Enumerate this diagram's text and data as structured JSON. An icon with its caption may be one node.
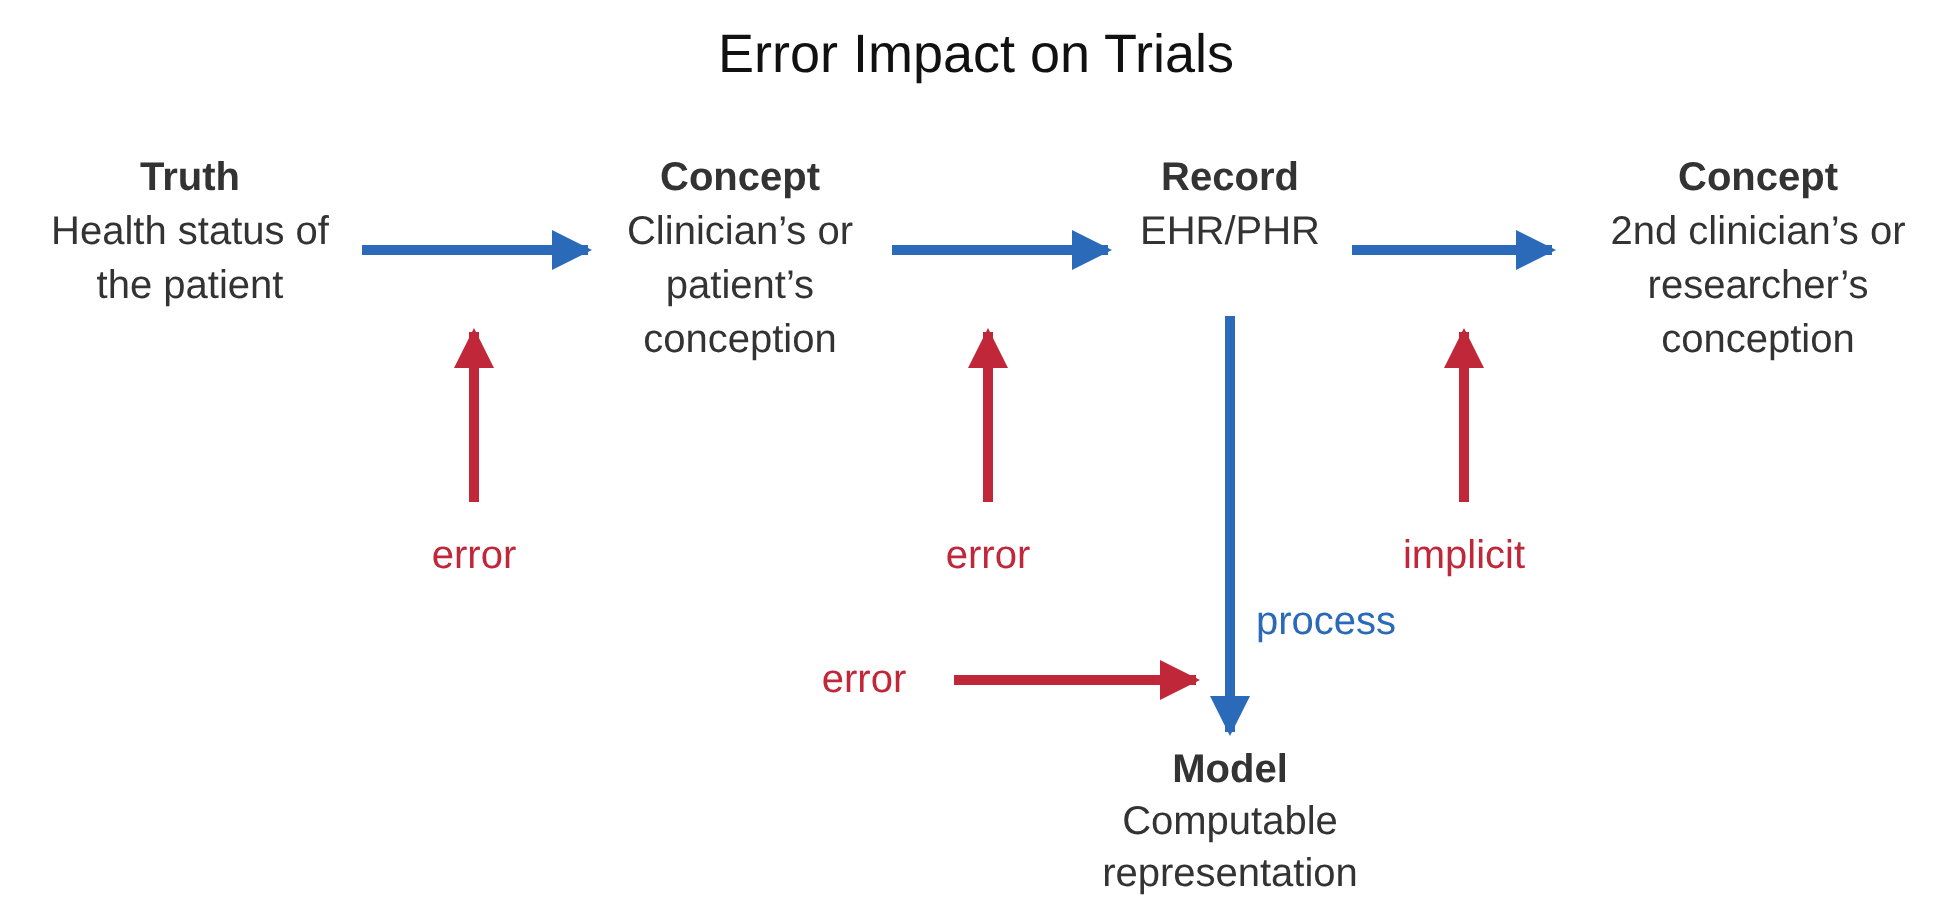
{
  "diagram": {
    "title": "Error Impact on Trials",
    "nodes": [
      {
        "text": [
          "Truth",
          "Health status of the patient"
        ]
      },
      {
        "text": [
          "Concept",
          "Clinician’s or patient’s conception"
        ]
      },
      {
        "text": [
          "Record",
          "EHR/PHR"
        ]
      },
      {
        "text": [
          "Concept",
          "2nd clinician’s or researcher’s conception"
        ]
      },
      {
        "text": [
          "error"
        ]
      },
      {
        "text": [
          "error"
        ]
      },
      {
        "text": [
          "implicit"
        ]
      },
      {
        "text": [
          "error"
        ]
      },
      {
        "text": [
          "Model",
          "Computable representation"
        ]
      }
    ],
    "edges": [
      {
        "from": 0,
        "to": 1,
        "arrow": "to"
      },
      {
        "from": 1,
        "to": 2,
        "arrow": "to"
      },
      {
        "from": 2,
        "to": 3,
        "arrow": "to"
      },
      {
        "from": 2,
        "to": 8,
        "arrow": "to",
        "label": "process"
      },
      {
        "from": 4,
        "to": null,
        "arrow": "to",
        "color": "#c0283a"
      },
      {
        "from": 5,
        "to": null,
        "arrow": "to",
        "color": "#c0283a"
      },
      {
        "from": 6,
        "to": null,
        "arrow": "to",
        "color": "#c0283a"
      },
      {
        "from": 7,
        "to": 8,
        "arrow": "to",
        "color": "#c0283a"
      }
    ]
  }
}
